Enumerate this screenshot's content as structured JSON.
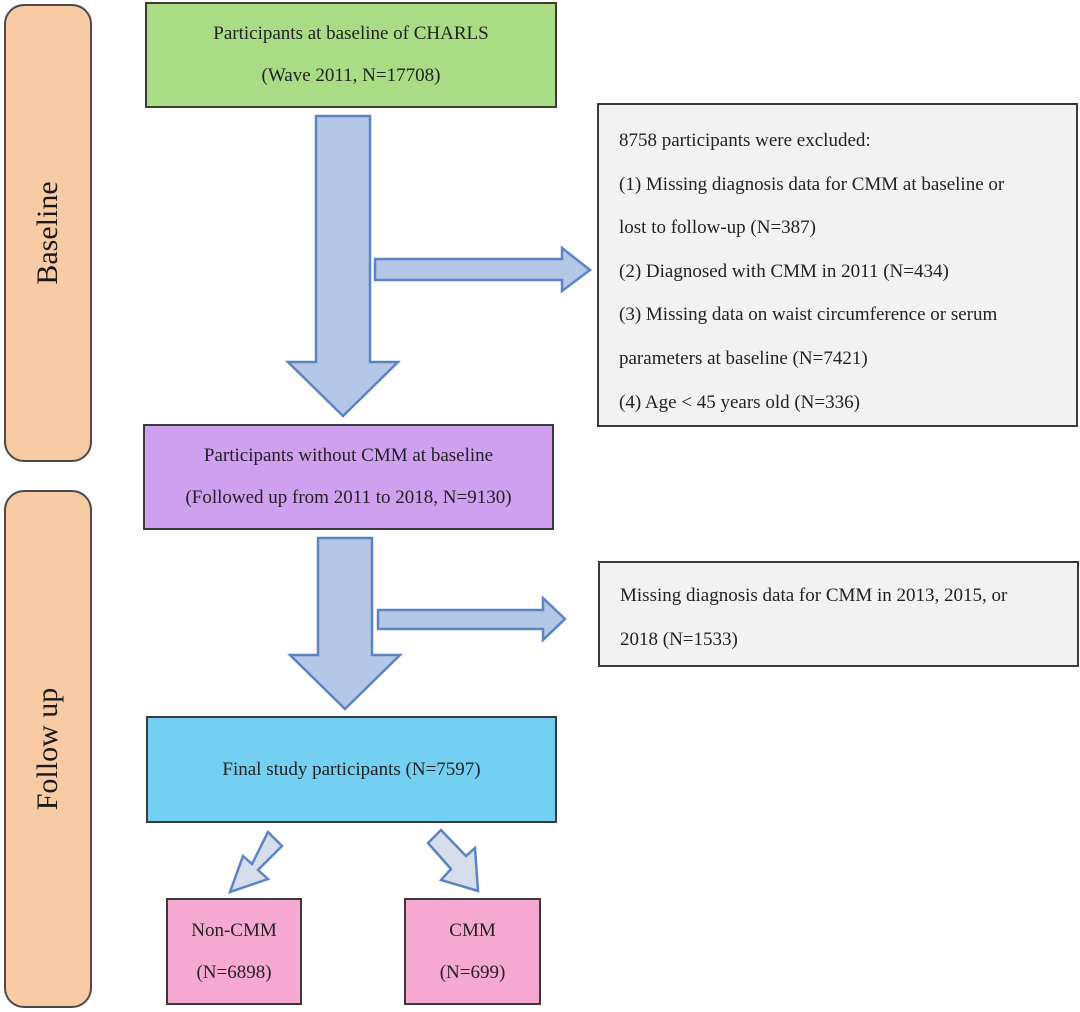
{
  "phases": {
    "baseline": "Baseline",
    "follow_up": "Follow up"
  },
  "boxes": {
    "baseline_participants": [
      "Participants at baseline of CHARLS",
      "(Wave 2011, N=17708)"
    ],
    "without_cmm": [
      "Participants without CMM at baseline",
      "(Followed up from 2011 to 2018, N=9130)"
    ],
    "final": [
      "Final study participants (N=7597)"
    ],
    "non_cmm": [
      "Non-CMM",
      "(N=6898)"
    ],
    "cmm": [
      "CMM",
      "(N=699)"
    ]
  },
  "exclusion_baseline": {
    "title": "8758 participants were excluded:",
    "lines": [
      "(1)  Missing diagnosis data for CMM at baseline or",
      "lost to follow-up (N=387)",
      "(2)  Diagnosed with CMM in 2011 (N=434)",
      "(3)  Missing data on waist circumference or serum",
      "parameters at baseline (N=7421)",
      "(4)  Age < 45 years old (N=336)"
    ]
  },
  "exclusion_follow_up": {
    "lines": [
      "Missing diagnosis data for CMM in 2013, 2015, or",
      "2018 (N=1533)"
    ]
  },
  "colors": {
    "phase_fill": "#f9cba4",
    "green": "#a9dc85",
    "purple": "#cf9ff0",
    "blue": "#73d0f2",
    "pink": "#f6a9d0",
    "grey": "#f2f2f2",
    "arrow_fill": "#b4c7e7",
    "arrow_stroke": "#5b83c6"
  }
}
